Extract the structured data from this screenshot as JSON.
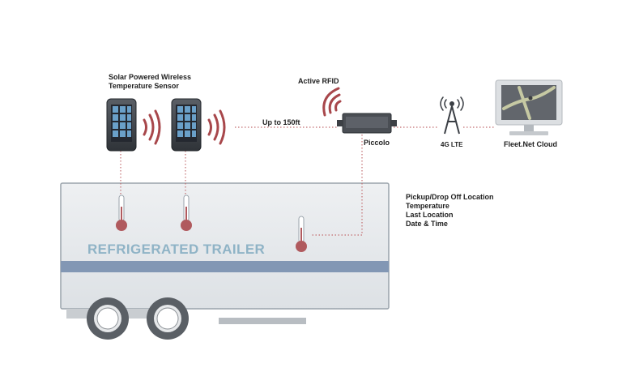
{
  "sensor_label": {
    "line1": "Solar Powered Wireless",
    "line2": "Temperature Sensor"
  },
  "rfid_label": "Active RFID",
  "range_label": "Up to 150ft",
  "piccolo_label": "Piccolo",
  "lte_label": "4G LTE",
  "cloud_label": "Fleet.Net Cloud",
  "trailer_label": "REFRIGERATED TRAILER",
  "info_lines": [
    "Pickup/Drop Off Location",
    "Temperature",
    "Last Location",
    "Date & Time"
  ],
  "colors": {
    "signal_red": "#a8474b",
    "thermo_red": "#b05a5e",
    "stripe_blue": "#8297b4",
    "trailer_title": "#8fb3c6"
  }
}
